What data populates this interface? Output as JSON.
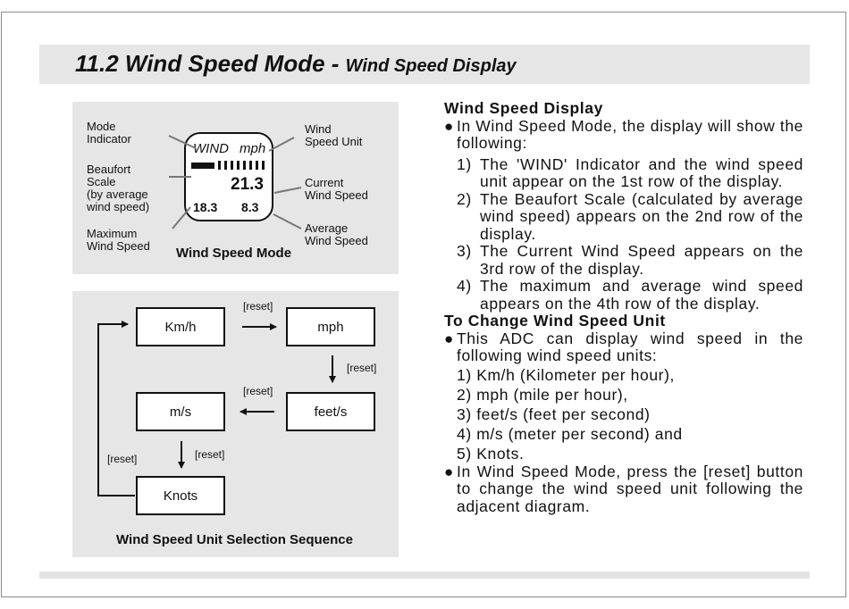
{
  "title": {
    "main": "11.2 Wind Speed Mode - ",
    "sub": "Wind Speed Display"
  },
  "figure1": {
    "labels": {
      "mode_indicator": "Mode\nIndicator",
      "beaufort": "Beaufort\nScale\n(by average\nwind speed)",
      "maximum": "Maximum\nWind Speed",
      "wind_unit": "Wind\nSpeed Unit",
      "current": "Current\nWind Speed",
      "average": "Average\nWind Speed"
    },
    "lcd": {
      "indicator": "WIND",
      "unit": "mph",
      "current": "21.3",
      "max": "18.3",
      "avg": "8.3"
    },
    "caption": "Wind Speed Mode"
  },
  "figure2": {
    "boxes": {
      "kmh": "Km/h",
      "mph": "mph",
      "feets": "feet/s",
      "ms": "m/s",
      "knots": "Knots"
    },
    "reset_label": "[reset]",
    "caption": "Wind Speed Unit Selection Sequence"
  },
  "text": {
    "heading1": "Wind Speed Display",
    "bullet1": "In Wind Speed Mode, the display will show the following:",
    "items1": [
      {
        "num": "1)",
        "text": "The 'WIND' Indicator and the wind speed unit appear on the 1st row of the display."
      },
      {
        "num": "2)",
        "text": "The Beaufort Scale (calculated by average wind speed) appears on the 2nd row of the display."
      },
      {
        "num": "3)",
        "text": "The Current Wind Speed appears on the 3rd row of the display."
      },
      {
        "num": "4)",
        "text": "The maximum and average wind speed appears on the 4th row of the display."
      }
    ],
    "heading2": "To Change Wind Speed Unit",
    "bullet2": "This ADC can display wind speed in the following wind speed units:",
    "items2": [
      "1) Km/h (Kilometer per hour),",
      "2) mph (mile per hour),",
      "3) feet/s (feet per second)",
      "4) m/s (meter per second) and",
      "5) Knots."
    ],
    "bullet3": "In Wind Speed Mode, press the [reset] button to change the wind speed unit following the adjacent diagram."
  }
}
